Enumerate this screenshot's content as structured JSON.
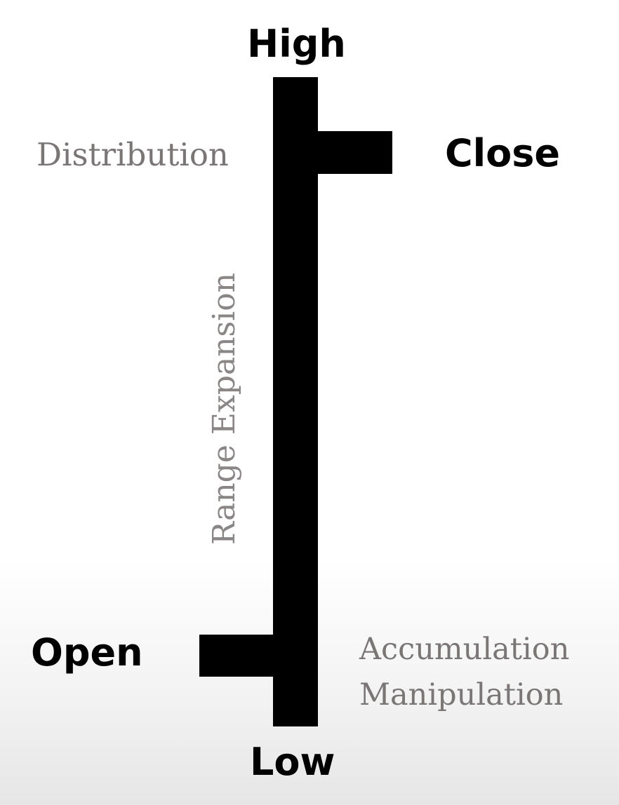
{
  "labels": {
    "high": "High",
    "low": "Low",
    "open": "Open",
    "close": "Close",
    "distribution": "Distribution",
    "range_expansion": "Range Expansion",
    "accumulation": "Accumulation",
    "manipulation": "Manipulation"
  },
  "colors": {
    "candle": "#000000",
    "phase_text": "#7a7676",
    "price_text": "#000000"
  }
}
